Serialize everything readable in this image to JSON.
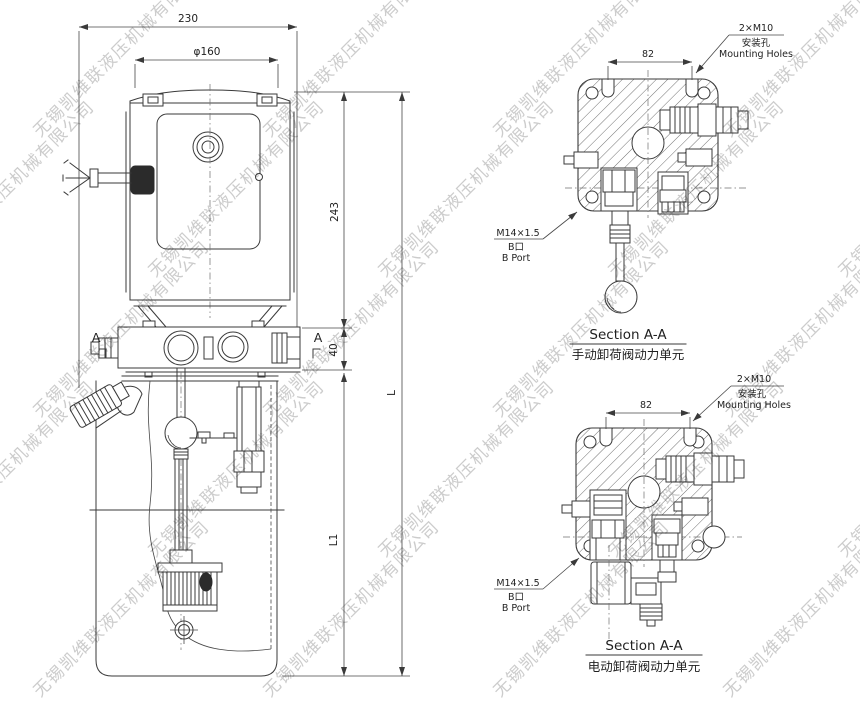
{
  "watermark": {
    "text": "无锡凯维联液压机械有限公司",
    "color": "#c7c7c7"
  },
  "front_view": {
    "dim_overall_width": "230",
    "dim_motor_diameter": "φ160",
    "dim_motor_height": "243",
    "dim_block_height": "40",
    "dim_total_height": "L",
    "dim_tank_height": "L1",
    "section_letter": "A"
  },
  "sections": [
    {
      "dim_hole_spacing": "82",
      "mounting_holes_label": {
        "line1": "2×M10",
        "line2": "安装孔",
        "line3": "Mounting Holes"
      },
      "port_label": {
        "line1": "M14×1.5",
        "line2": "B口",
        "line3": "B Port"
      },
      "title": "Section A-A",
      "subtitle": "手动卸荷阀动力单元"
    },
    {
      "dim_hole_spacing": "82",
      "mounting_holes_label": {
        "line1": "2×M10",
        "line2": "安装孔",
        "line3": "Mounting Holes"
      },
      "port_label": {
        "line1": "M14×1.5",
        "line2": "B口",
        "line3": "B Port"
      },
      "title": "Section A-A",
      "subtitle": "电动卸荷阀动力单元"
    }
  ],
  "colors": {
    "line": "#3a3a3a",
    "text": "#1f1f1f",
    "watermark": "#c7c7c7",
    "background": "#ffffff"
  }
}
